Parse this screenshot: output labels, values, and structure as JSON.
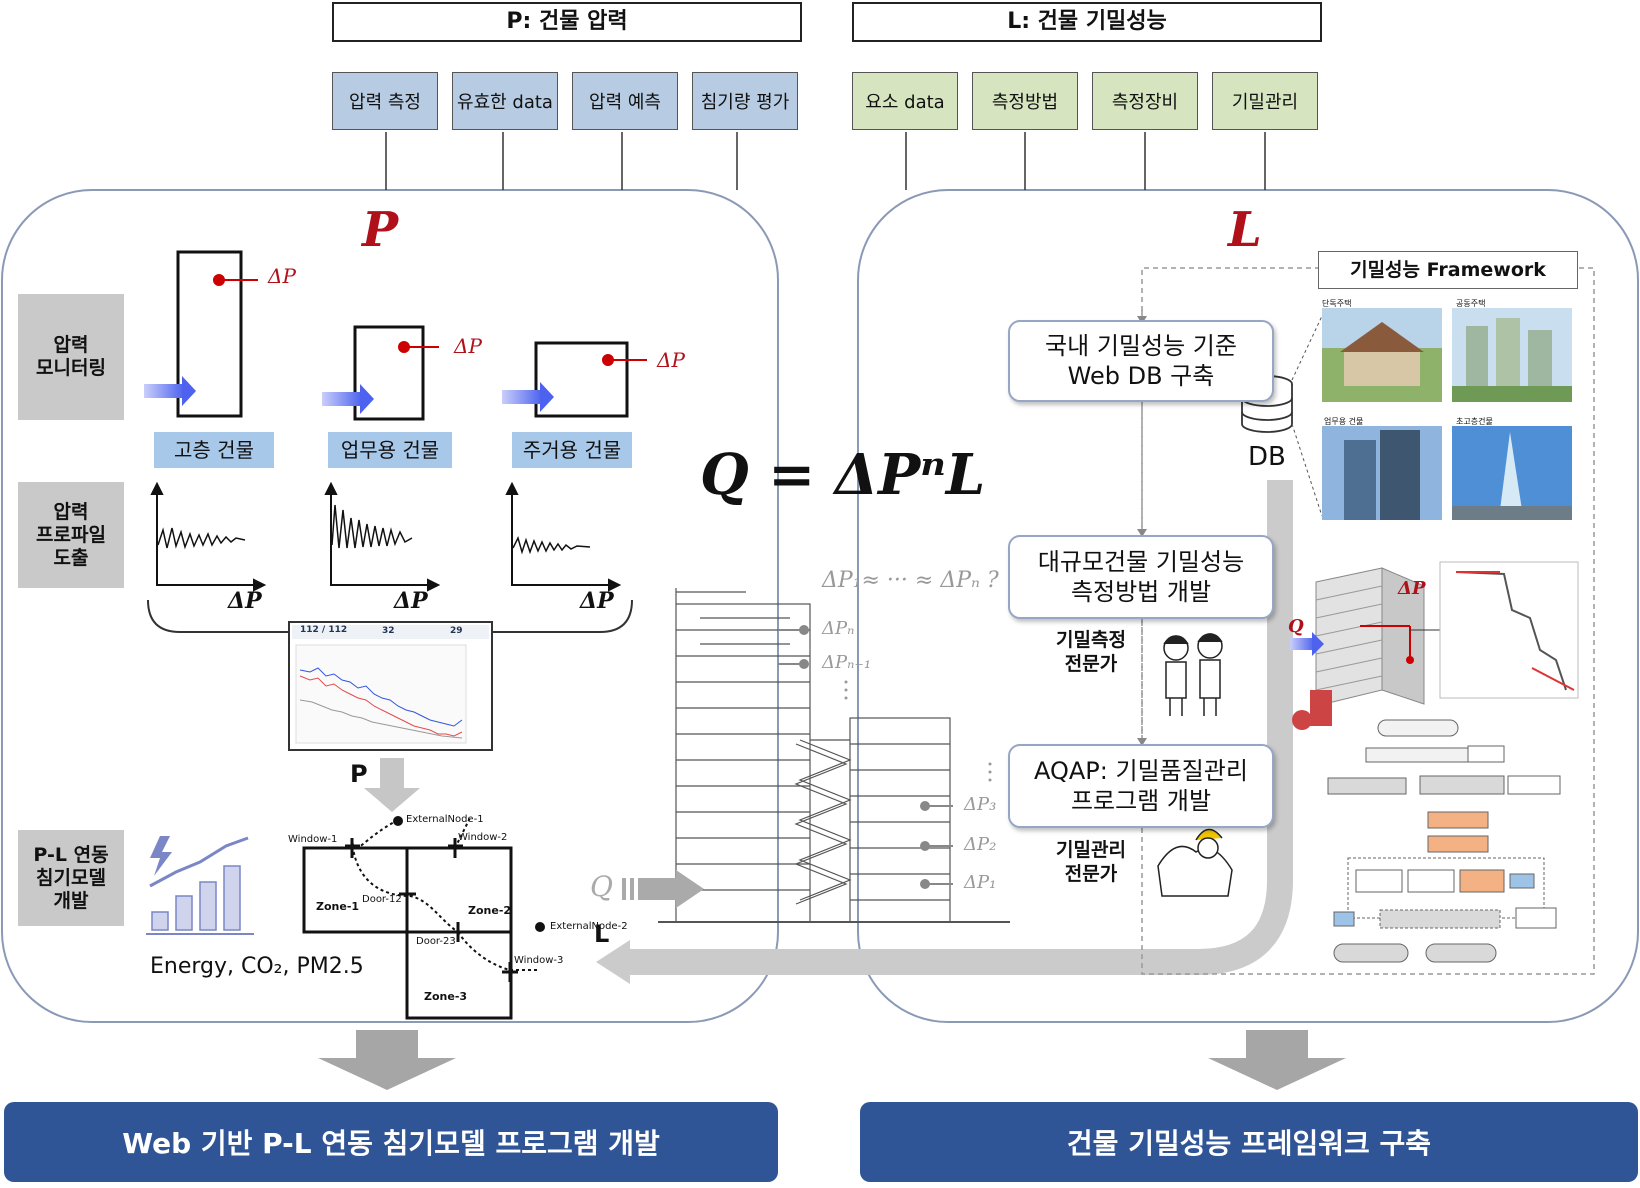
{
  "header_p": "P: 건물 압력",
  "header_l": "L: 건물 기밀성능",
  "p_items": [
    "압력 측정",
    "유효한 data",
    "압력 예측",
    "침기량 평가"
  ],
  "l_items": [
    "요소 data",
    "측정방법",
    "측정장비",
    "기밀관리"
  ],
  "panel_p_title": "P",
  "panel_l_title": "L",
  "row_labels": {
    "monitoring": [
      "압력",
      "모니터링"
    ],
    "profile": [
      "압력",
      "프로파일",
      "도출"
    ],
    "model": [
      "P-L 연동",
      "침기모델",
      "개발"
    ]
  },
  "buildings": [
    {
      "label": "고층 건물",
      "delta": "ΔP"
    },
    {
      "label": "업무용 건물",
      "delta": "ΔP"
    },
    {
      "label": "주거용 건물",
      "delta": "ΔP"
    }
  ],
  "profile_axis": "ΔP",
  "monitor_panel": {
    "counter1": "112 / 112",
    "counter2": "32",
    "counter3": "29"
  },
  "arrow_p_label": "P",
  "arrow_l_label": "L",
  "energy_text": "Energy, CO₂, PM2.5",
  "network": {
    "external1": "ExternalNode-1",
    "external2": "ExternalNode-2",
    "window1": "Window-1",
    "window2": "Window-2",
    "window3": "Window-3",
    "door12": "Door-12",
    "door23": "Door-23",
    "zone1": "Zone-1",
    "zone2": "Zone-2",
    "zone3": "Zone-3"
  },
  "equation": "Q = ΔPⁿL",
  "section": {
    "approx": "ΔP₁≈ ··· ≈ ΔPₙ ?",
    "pn": "ΔPₙ",
    "pn1": "ΔPₙ₋₁",
    "p3": "ΔP₃",
    "p2": "ΔP₂",
    "p1": "ΔP₁",
    "q": "Q"
  },
  "framework_title": "기밀성능 Framework",
  "steps": [
    {
      "line1": "국내 기밀성능 기준",
      "line2": "Web DB 구축"
    },
    {
      "line1": "대규모건물 기밀성능",
      "line2": "측정방법 개발"
    },
    {
      "line1": "AQAP: 기밀품질관리",
      "line2": "프로그램 개발"
    }
  ],
  "db_label": "DB",
  "experts": [
    {
      "line1": "기밀측정",
      "line2": "전문가"
    },
    {
      "line1": "기밀관리",
      "line2": "전문가"
    }
  ],
  "photos": [
    "단독주택",
    "공동주택",
    "업무용 건물",
    "초고층건물"
  ],
  "bldg_q": "Q",
  "bldg_dp": "ΔP",
  "banner_left": "Web 기반 P-L 연동 침기모델 프로그램 개발",
  "banner_right": "건물 기밀성능 프레임워크 구축",
  "colors": {
    "banner": "#2f5597",
    "p_item": "#b7cbe2",
    "l_item": "#d6e4bf",
    "accent_red": "#b0101a",
    "arrow_blue": "#5b6ef0"
  }
}
